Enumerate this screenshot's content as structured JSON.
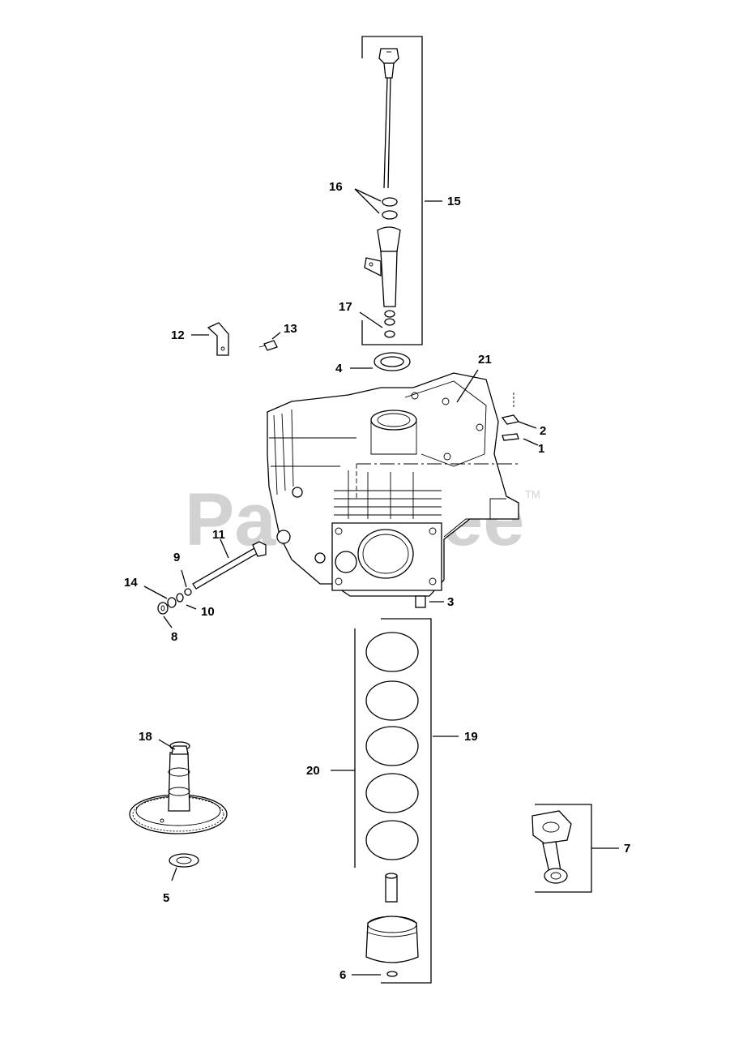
{
  "watermark": {
    "text": "PartsTree",
    "trademark": "TM"
  },
  "callouts": {
    "c1": "1",
    "c2": "2",
    "c3": "3",
    "c4": "4",
    "c5": "5",
    "c6": "6",
    "c7": "7",
    "c8": "8",
    "c9": "9",
    "c10": "10",
    "c11": "11",
    "c12": "12",
    "c13": "13",
    "c14": "14",
    "c15": "15",
    "c16": "16",
    "c17": "17",
    "c18": "18",
    "c19": "19",
    "c20": "20",
    "c21": "21"
  }
}
